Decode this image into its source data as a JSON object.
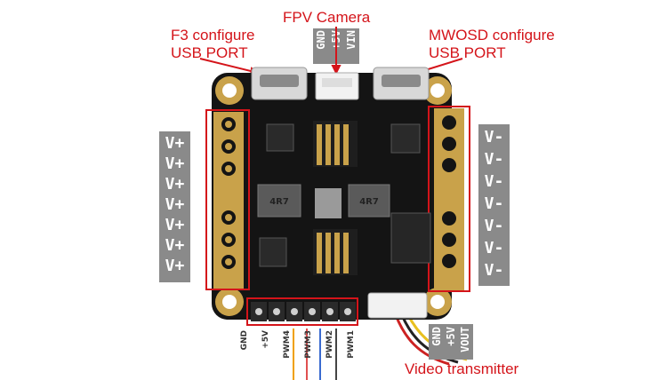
{
  "labels": {
    "fpv_camera": "FPV Camera",
    "f3_line1": "F3 configure",
    "f3_line2": "USB PORT",
    "mwosd_line1": "MWOSD configure",
    "mwosd_line2": "USB PORT",
    "video_tx": "Video transmitter"
  },
  "top_pins": [
    "GND",
    "+5V",
    "VIN"
  ],
  "left_pins": [
    "V+",
    "V+",
    "V+",
    "V+",
    "V+",
    "V+",
    "V+"
  ],
  "right_pins": [
    "V-",
    "V-",
    "V-",
    "V-",
    "V-",
    "V-",
    "V-"
  ],
  "bottom_pins": [
    "GND",
    "+5V",
    "PWM4",
    "PWM3",
    "PWM2",
    "PWM1"
  ],
  "video_pins": [
    "GND",
    "+5V",
    "VOUT"
  ],
  "chip_markings": [
    "4R7",
    "4R7"
  ],
  "colors": {
    "annotation_red": "#d4141a",
    "pin_tag_gray": "#8a8a8a",
    "pcb_black": "#141414",
    "gold_pad": "#c9a24a"
  }
}
